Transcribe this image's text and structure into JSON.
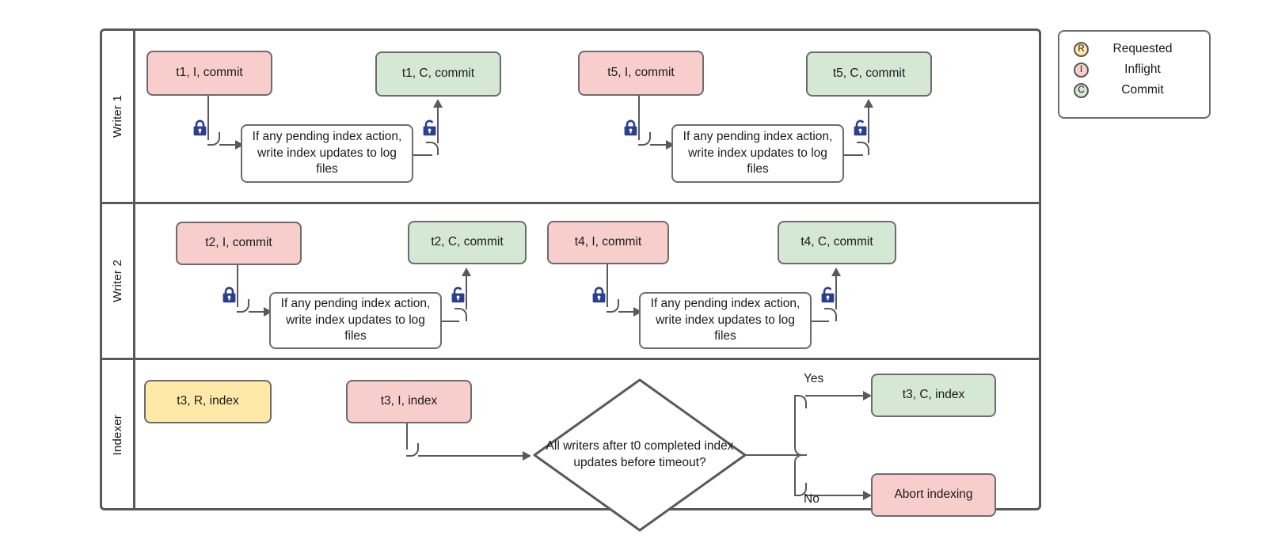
{
  "diagram": {
    "title": "Indexing coordination swimlane",
    "colors": {
      "pink": "#f8cecc",
      "green": "#d5e8d4",
      "yellow": "#ffe8a8",
      "white": "#ffffff",
      "stroke": "#595959",
      "node_stroke": "#6c6c6c",
      "lock": "#2a3f8f",
      "text": "#1a1a1a"
    },
    "lanes": [
      {
        "id": "writer-1",
        "label": "Writer 1"
      },
      {
        "id": "writer-2",
        "label": "Writer 2"
      },
      {
        "id": "indexer",
        "label": "Indexer"
      }
    ],
    "shared_text": {
      "index_action": "If any pending index action, write index updates to log files",
      "lock_closed_name": "lock-closed-icon",
      "lock_open_name": "lock-open-icon"
    },
    "nodes": {
      "w1_t1_i": {
        "label": "t1, I, commit",
        "fill": "pink"
      },
      "w1_task1": {
        "label": "If any pending index action, write index updates to log files",
        "fill": "white"
      },
      "w1_t1_c": {
        "label": "t1, C, commit",
        "fill": "green"
      },
      "w1_t5_i": {
        "label": "t5, I, commit",
        "fill": "pink"
      },
      "w1_task2": {
        "label": "If any pending index action, write index updates to log files",
        "fill": "white"
      },
      "w1_t5_c": {
        "label": "t5, C, commit",
        "fill": "green"
      },
      "w2_t2_i": {
        "label": "t2, I, commit",
        "fill": "pink"
      },
      "w2_task1": {
        "label": "If any pending index action, write index updates to log files",
        "fill": "white"
      },
      "w2_t2_c": {
        "label": "t2, C, commit",
        "fill": "green"
      },
      "w2_t4_i": {
        "label": "t4, I, commit",
        "fill": "pink"
      },
      "w2_task2": {
        "label": "If any pending index action, write index updates to log files",
        "fill": "white"
      },
      "w2_t4_c": {
        "label": "t4, C, commit",
        "fill": "green"
      },
      "ix_t3_r": {
        "label": "t3, R, index",
        "fill": "yellow"
      },
      "ix_t3_i": {
        "label": "t3, I, index",
        "fill": "pink"
      },
      "ix_gate": {
        "label": "All writers after t0 completed index updates before timeout?",
        "fill": "white"
      },
      "ix_t3_c": {
        "label": "t3, C, index",
        "fill": "green"
      },
      "ix_abort": {
        "label": "Abort indexing",
        "fill": "pink"
      }
    },
    "edge_labels": {
      "yes": "Yes",
      "no": "No"
    }
  },
  "legend": {
    "items": [
      {
        "letter": "R",
        "label": "Requested",
        "color": "#ffe8a8"
      },
      {
        "letter": "I",
        "label": "Inflight",
        "color": "#f8cecc"
      },
      {
        "letter": "C",
        "label": "Commit",
        "color": "#d5e8d4"
      }
    ]
  }
}
